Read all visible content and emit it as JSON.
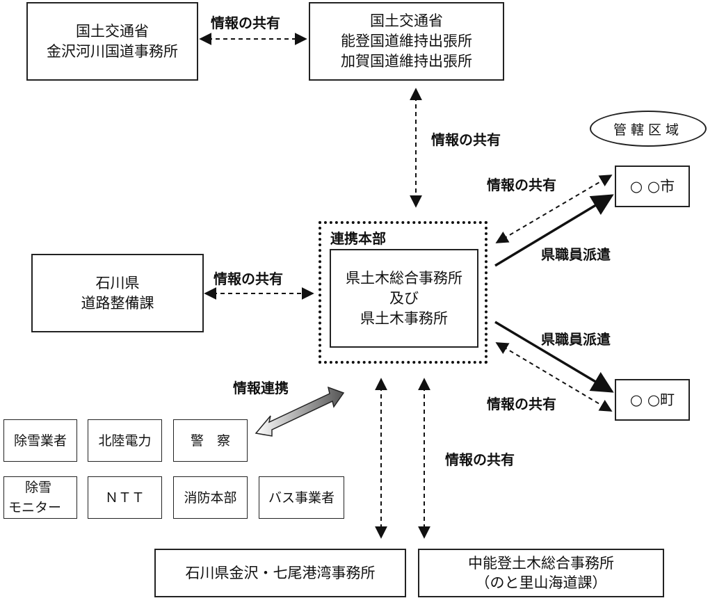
{
  "boxes": {
    "mlit_kanazawa": [
      "国土交通省",
      "金沢河川国道事務所"
    ],
    "mlit_field": [
      "国土交通省",
      "能登国道維持出張所",
      "加賀国道維持出張所"
    ],
    "pref_road": [
      "石川県",
      "道路整備課"
    ],
    "hq_title": "連携本部",
    "hq_inner": [
      "県土木総合事務所",
      "及び",
      "県土木事務所"
    ],
    "city": "○ ○市",
    "town": "○ ○町",
    "jurisdiction": "管轄区域",
    "port": "石川県金沢・七尾港湾事務所",
    "nakanoto": [
      "中能登土木総合事務所",
      "（のと里山海道課）"
    ]
  },
  "partners": {
    "snow_contractor": "除雪業者",
    "hokuriku_power": "北陸電力",
    "police": "警　察",
    "snow_monitor": [
      "除雪",
      "モニター"
    ],
    "ntt": "ＮＴＴ",
    "fire": "消防本部",
    "bus": "バス事業者"
  },
  "labels": {
    "share_top": "情報の共有",
    "share_vertical": "情報の共有",
    "share_left": "情報の共有",
    "share_city": "情報の共有",
    "dispatch_city": "県職員派遣",
    "dispatch_town": "県職員派遣",
    "share_town": "情報の共有",
    "share_bottom": "情報の共有",
    "collab": "情報連携"
  }
}
